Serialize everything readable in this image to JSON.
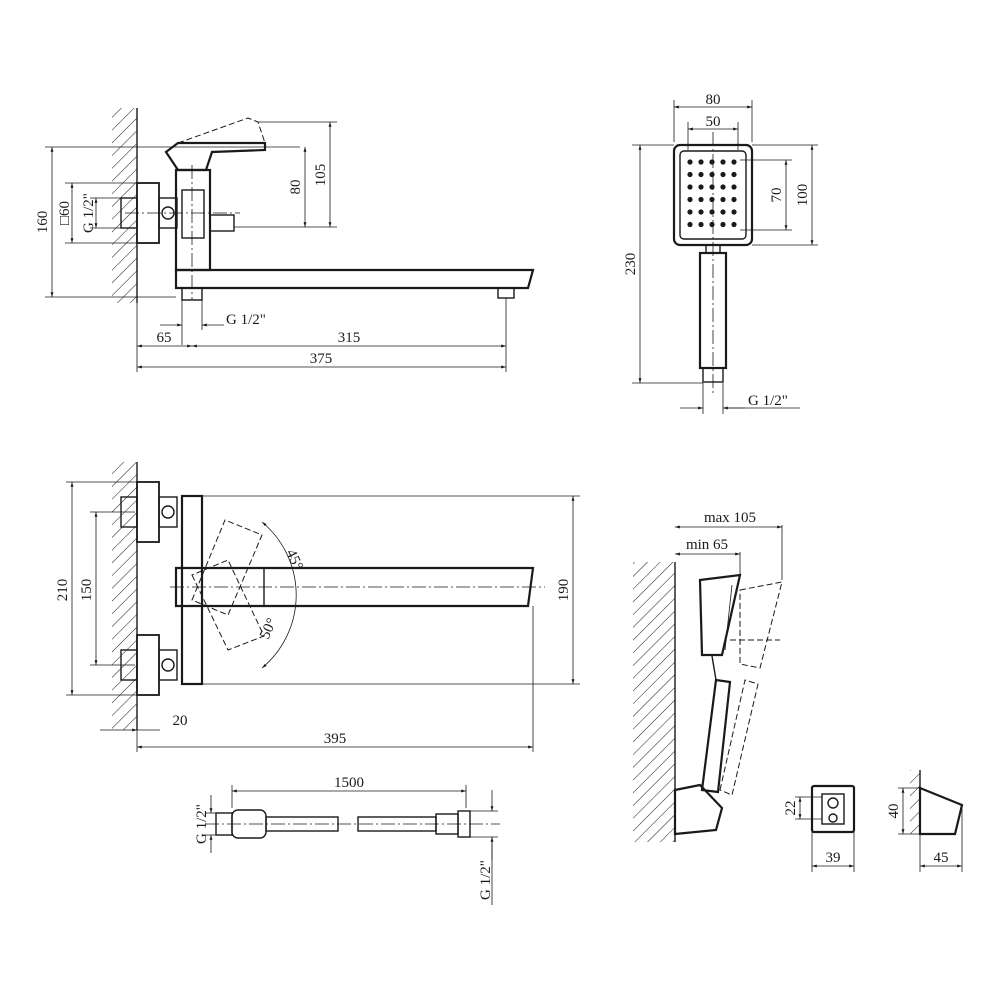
{
  "views": {
    "side": {
      "dims": {
        "total_height": "160",
        "square": "□60",
        "inlet_thread": "G 1/2\"",
        "lever_height": "105",
        "body_height": "80",
        "outlet_thread": "G 1/2\"",
        "wall_offset": "65",
        "spout_reach": "315",
        "total_length": "375"
      }
    },
    "hand_shower": {
      "dims": {
        "head_width": "80",
        "face_width": "50",
        "nozzle_height": "70",
        "head_height": "100",
        "total_length": "230",
        "thread": "G 1/2\""
      }
    },
    "top": {
      "dims": {
        "total_height": "210",
        "centers": "150",
        "spout_span": "190",
        "angle_up": "45°",
        "angle_down": "50°",
        "wall_gap": "20",
        "total_length": "395"
      }
    },
    "hose": {
      "dims": {
        "length": "1500",
        "thread_left": "G 1/2\"",
        "thread_right": "G 1/2\""
      }
    },
    "holder_side": {
      "dims": {
        "max": "max 105",
        "min": "min 65"
      }
    },
    "holder_front": {
      "dims": {
        "height": "22",
        "width": "39"
      }
    },
    "holder_profile": {
      "dims": {
        "height": "40",
        "depth": "45"
      }
    }
  }
}
